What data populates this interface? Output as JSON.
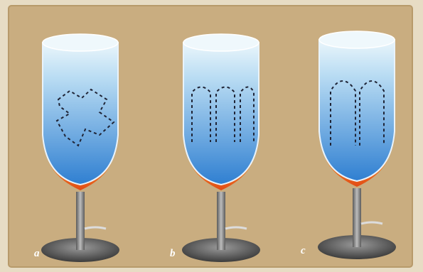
{
  "figure": {
    "panel_labels": [
      "a",
      "b",
      "c"
    ]
  },
  "colors": {
    "page_background": "#e7dcc4",
    "figure_background": "#c9ad80",
    "water_top": "#eaf6fb",
    "water_bottom": "#2f7fd1",
    "flame_outer": "#e24a15",
    "flame_inner": "#f6bf3d",
    "burner_base": "#4b4b4b",
    "arrow_path": "#1f2436",
    "particle": "#f07ac0"
  },
  "illustration": {
    "description_icons": [
      "glass-beaker-icon",
      "flame-icon",
      "burner-stand-icon",
      "gas-hose-icon",
      "convection-arrows-icon"
    ],
    "panels": [
      {
        "label_index": 0,
        "pattern": "chaotic"
      },
      {
        "label_index": 1,
        "pattern": "cells"
      },
      {
        "label_index": 2,
        "pattern": "two-loops"
      }
    ]
  }
}
